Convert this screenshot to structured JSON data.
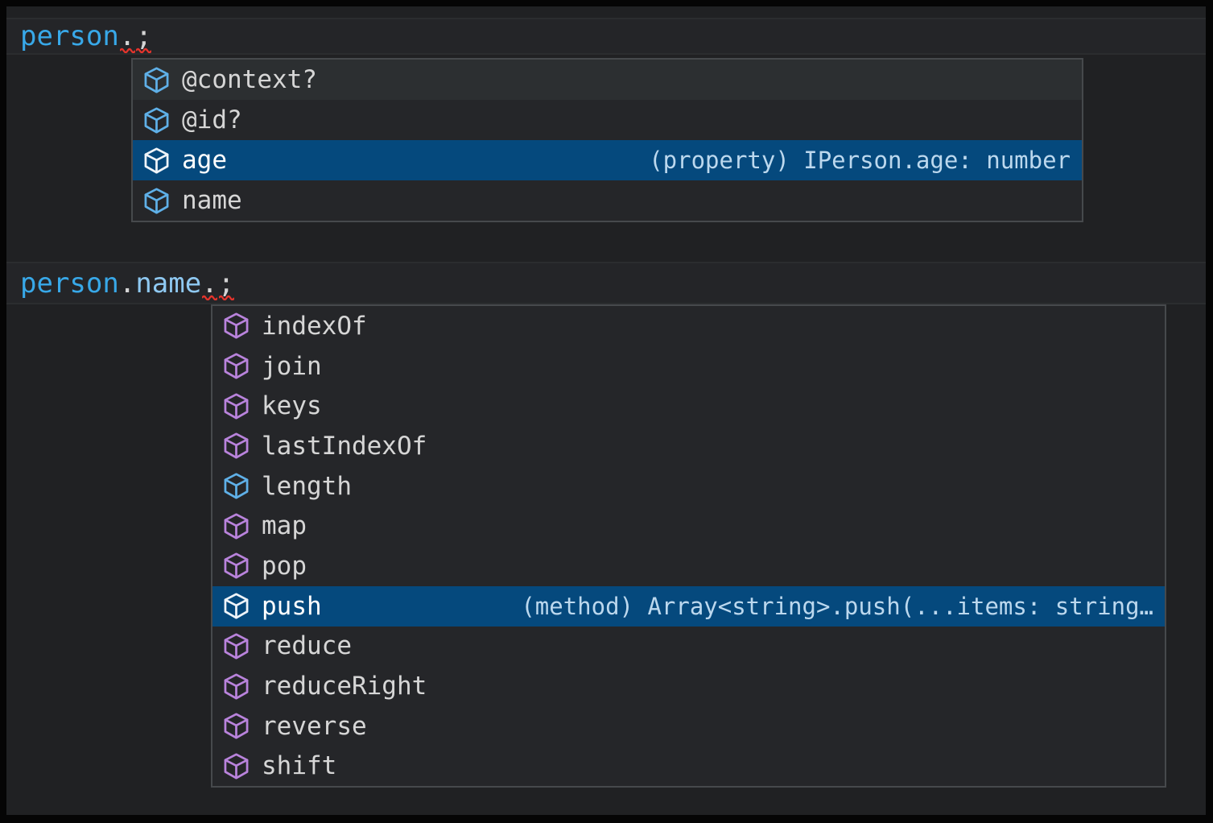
{
  "colors": {
    "editor_bg": "#202123",
    "line_bg": "#242528",
    "line_border": "#2B2D2F",
    "suggest_bg": "#252629",
    "suggest_border": "#46494C",
    "hover_bg": "#2C2F31",
    "selection_bg": "#05497D",
    "field_icon": "#5FB0E8",
    "method_icon": "#B983DC",
    "variable": "#38A8E8",
    "property": "#8FC9F2",
    "error_squiggle": "#E5342C"
  },
  "code": {
    "line1": {
      "variable": "person",
      "dot": ".",
      "semicolon": ";"
    },
    "line2": {
      "variable": "person",
      "dot1": ".",
      "property": "name",
      "dot2": ".",
      "semicolon": ";"
    }
  },
  "suggest_person": {
    "items": [
      {
        "label": "@context?",
        "kind": "field",
        "hovered": true
      },
      {
        "label": "@id?",
        "kind": "field"
      },
      {
        "label": "age",
        "kind": "field",
        "selected": true,
        "detail": "(property) IPerson.age: number"
      },
      {
        "label": "name",
        "kind": "field"
      }
    ]
  },
  "suggest_name": {
    "items": [
      {
        "label": "indexOf",
        "kind": "method"
      },
      {
        "label": "join",
        "kind": "method"
      },
      {
        "label": "keys",
        "kind": "method"
      },
      {
        "label": "lastIndexOf",
        "kind": "method"
      },
      {
        "label": "length",
        "kind": "field"
      },
      {
        "label": "map",
        "kind": "method"
      },
      {
        "label": "pop",
        "kind": "method"
      },
      {
        "label": "push",
        "kind": "method",
        "selected": true,
        "detail": "(method) Array<string>.push(...items: string…"
      },
      {
        "label": "reduce",
        "kind": "method"
      },
      {
        "label": "reduceRight",
        "kind": "method"
      },
      {
        "label": "reverse",
        "kind": "method"
      },
      {
        "label": "shift",
        "kind": "method"
      }
    ]
  }
}
